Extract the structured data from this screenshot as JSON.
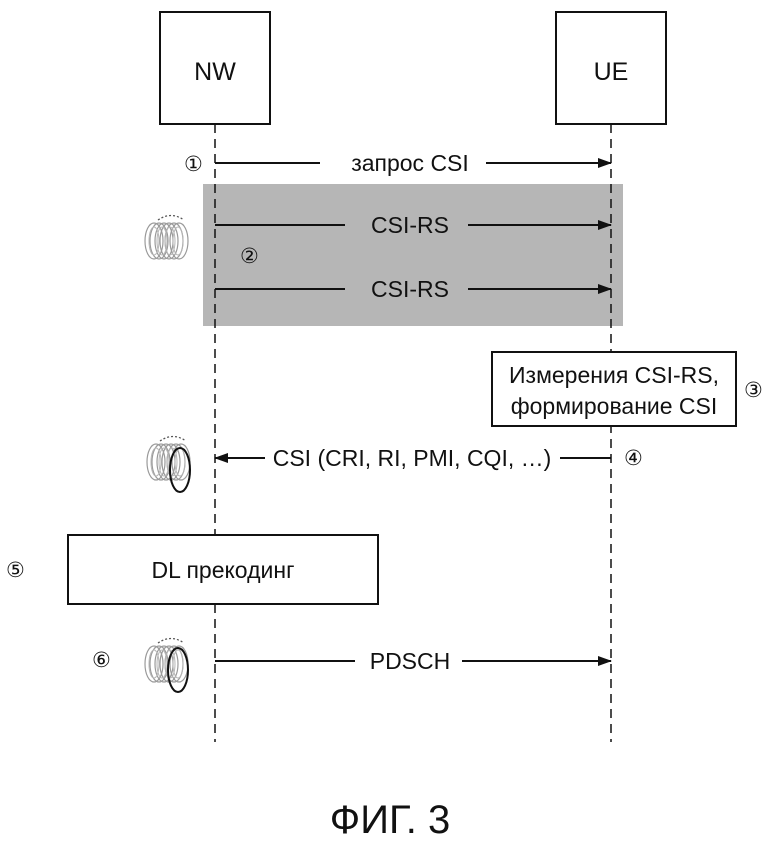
{
  "entities": {
    "nw": "NW",
    "ue": "UE"
  },
  "steps": {
    "s1": "①",
    "s2": "②",
    "s3": "③",
    "s4": "④",
    "s5": "⑤",
    "s6": "⑥"
  },
  "messages": {
    "csi_request": "запрос CSI",
    "csi_rs_1": "CSI-RS",
    "csi_rs_2": "CSI-RS",
    "csi_report": "CSI (CRI, RI, PMI, CQI, …)",
    "pdsch": "PDSCH"
  },
  "processes": {
    "measurement_line1": "Измерения CSI-RS,",
    "measurement_line2": "формирование CSI",
    "precoding": "DL прекодинг"
  },
  "caption": "ФИГ. 3",
  "colors": {
    "line": "#111111",
    "shaded_region": "#a9a9a9",
    "beam": "#9a9a9a"
  },
  "icons": {
    "beam_pattern": "beam-pattern-icon",
    "selected_beam": "selected-beam-icon"
  }
}
